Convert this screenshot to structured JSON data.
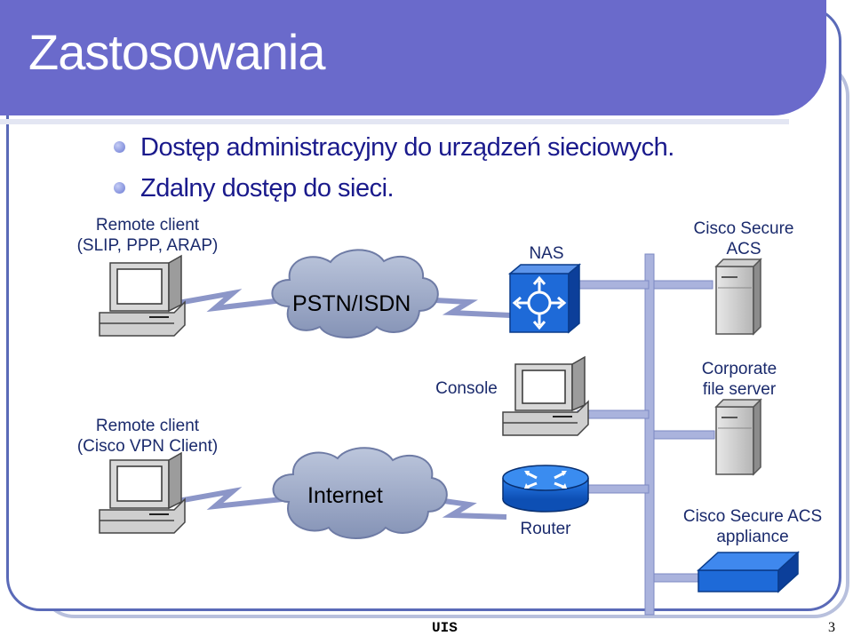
{
  "slide": {
    "title": "Zastosowania",
    "bullets": [
      "Dostęp administracyjny do urządzeń sieciowych.",
      "Zdalny dostęp do sieci."
    ],
    "footer": "UIS",
    "page_number": "3"
  },
  "diagram": {
    "remote_client_1": [
      "Remote client",
      "(SLIP, PPP, ARAP)"
    ],
    "remote_client_2": [
      "Remote client",
      "(Cisco VPN Client)"
    ],
    "pstn_cloud": "PSTN/ISDN",
    "internet_cloud": "Internet",
    "nas": "NAS",
    "console": "Console",
    "router": "Router",
    "acs_server": [
      "Cisco Secure",
      "ACS"
    ],
    "file_server": [
      "Corporate",
      "file server"
    ],
    "acs_appliance": [
      "Cisco Secure ACS",
      "appliance"
    ]
  },
  "colors": {
    "title_bar": "#6a6acb",
    "frame": "#5a6ab8",
    "text": "#1a2a6c",
    "cloud": "#9aa7c6",
    "device_blue": "#1e6ad8"
  }
}
